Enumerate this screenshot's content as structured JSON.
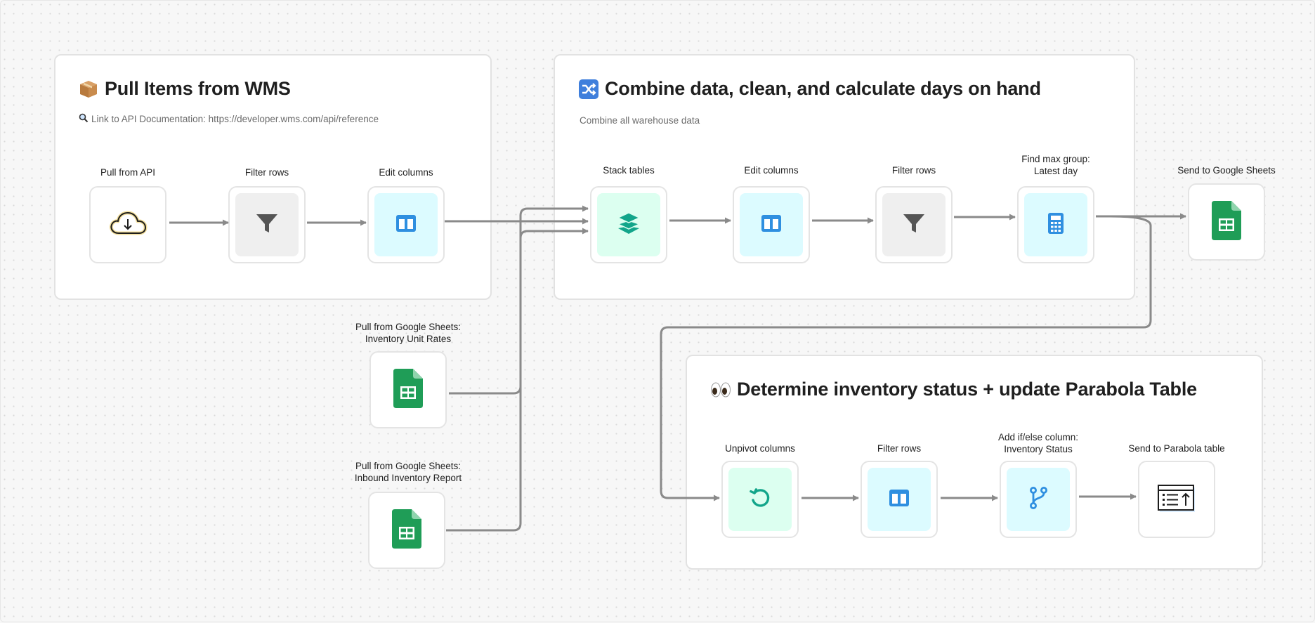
{
  "colors": {
    "accent_blue": "#2f8fe0",
    "accent_teal": "#12a58a",
    "sheets_green": "#1f9d57",
    "funnel_gray": "#5a5a5a",
    "wire_gray": "#8a8a8a"
  },
  "groups": {
    "pull_items": {
      "title": "Pull Items from WMS",
      "emoji": "package-icon",
      "description": "Link to API Documentation: https://developer.wms.com/api/reference",
      "steps": [
        {
          "label": "Pull from API",
          "icon": "cloud-download-icon"
        },
        {
          "label": "Filter rows",
          "icon": "funnel-icon"
        },
        {
          "label": "Edit columns",
          "icon": "columns-icon"
        }
      ]
    },
    "combine": {
      "title": "Combine data, clean, and calculate days on hand",
      "emoji": "shuffle-icon",
      "description": "Combine all warehouse data",
      "steps": [
        {
          "label": "Stack tables",
          "icon": "layers-icon"
        },
        {
          "label": "Edit columns",
          "icon": "columns-icon"
        },
        {
          "label": "Filter rows",
          "icon": "funnel-icon"
        },
        {
          "label_line1": "Find max group:",
          "label_line2": "Latest day",
          "icon": "calculator-icon"
        }
      ]
    },
    "inventory_status": {
      "title": "Determine inventory status + update Parabola Table",
      "emoji": "eyes-icon",
      "steps": [
        {
          "label": "Unpivot columns",
          "icon": "rotate-icon"
        },
        {
          "label": "Filter rows",
          "icon": "columns-icon"
        },
        {
          "label_line1": "Add if/else column:",
          "label_line2": "Inventory Status",
          "icon": "branch-icon"
        },
        {
          "label": "Send to Parabola table",
          "icon": "table-upload-icon"
        }
      ]
    }
  },
  "standalone": {
    "send_sheets": {
      "label": "Send to Google Sheets",
      "icon": "google-sheets-icon"
    },
    "sheets_rates": {
      "label_line1": "Pull from Google Sheets:",
      "label_line2": "Inventory Unit Rates",
      "icon": "google-sheets-icon"
    },
    "sheets_inbound": {
      "label_line1": "Pull from Google Sheets:",
      "label_line2": "Inbound Inventory Report",
      "icon": "google-sheets-icon"
    }
  }
}
